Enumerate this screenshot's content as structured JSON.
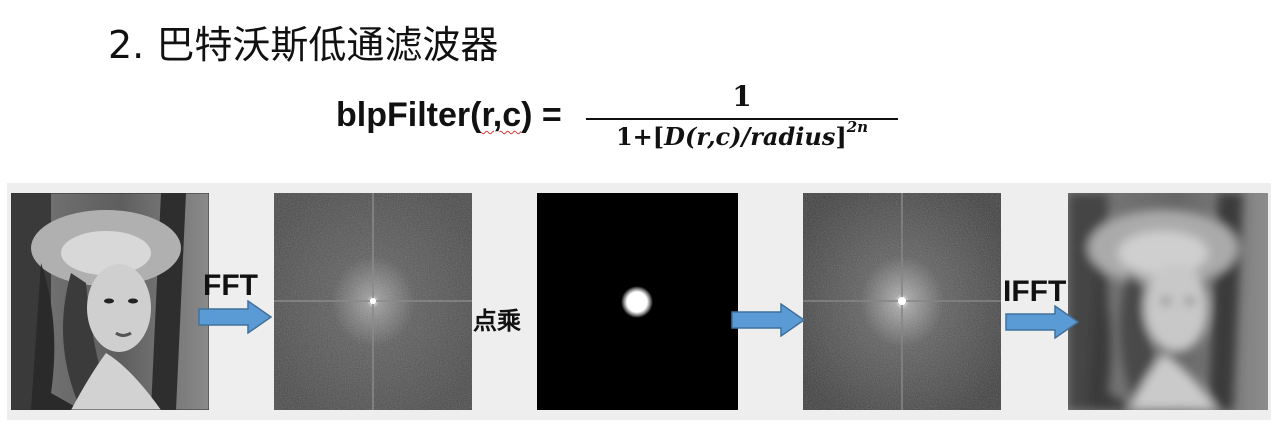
{
  "title": "2. 巴特沃斯低通滤波器",
  "formula": {
    "lhs_prefix": "blpFilter(",
    "lhs_args": "r,c",
    "lhs_suffix": ") =",
    "numerator": "1",
    "den_prefix": "1+[",
    "den_var": "D(r,c)/radius",
    "den_close": "]",
    "exponent": "2n"
  },
  "labels": {
    "fft": "FFT",
    "multiply": "点乘",
    "ifft": "IFFT"
  },
  "colors": {
    "arrow_fill": "#5b9bd5",
    "arrow_stroke": "#41719c",
    "strip_bg": "#eeeeee"
  },
  "panels": [
    {
      "name": "original-image",
      "content": "grayscale portrait photo"
    },
    {
      "name": "fft-spectrum",
      "content": "frequency spectrum"
    },
    {
      "name": "butterworth-filter-mask",
      "content": "white circular lowpass mask on black"
    },
    {
      "name": "filtered-spectrum",
      "content": "filtered frequency spectrum"
    },
    {
      "name": "filtered-image",
      "content": "blurred grayscale portrait photo"
    }
  ]
}
